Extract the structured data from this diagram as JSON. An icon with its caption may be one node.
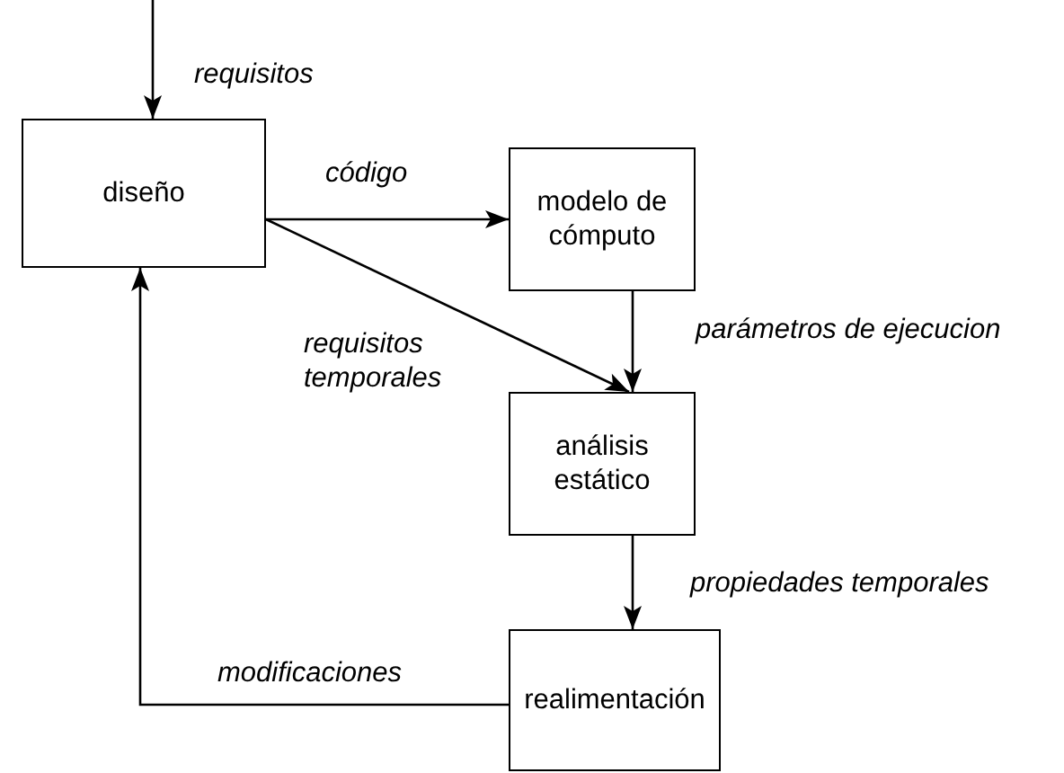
{
  "diagram": {
    "nodes": [
      {
        "text": [
          "diseño"
        ]
      },
      {
        "text": [
          "modelo de cómputo"
        ]
      },
      {
        "text": [
          "análisis estático"
        ]
      },
      {
        "text": [
          "realimentación"
        ]
      }
    ],
    "edges": [
      {
        "from": null,
        "to": 0,
        "arrow": "to",
        "label": "requisitos"
      },
      {
        "from": 0,
        "to": 1,
        "arrow": "to",
        "label": "código"
      },
      {
        "from": 0,
        "to": 2,
        "arrow": "to",
        "label": "requisitos temporales"
      },
      {
        "from": 1,
        "to": 2,
        "arrow": "to",
        "label": "parámetros de ejecucion"
      },
      {
        "from": 2,
        "to": 3,
        "arrow": "to",
        "label": "propiedades temporales"
      },
      {
        "from": 3,
        "to": 0,
        "arrow": "to",
        "label": "modificaciones"
      }
    ]
  }
}
